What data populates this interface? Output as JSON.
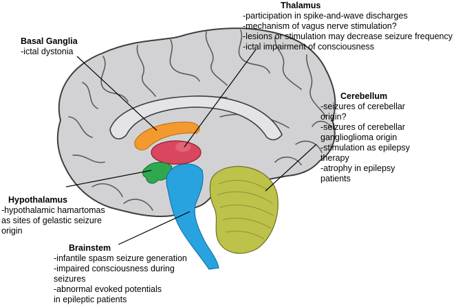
{
  "labels": {
    "basal_ganglia": {
      "title": "Basal Ganglia",
      "lines": [
        "-ictal dystonia"
      ]
    },
    "thalamus": {
      "title": "Thalamus",
      "lines": [
        "-participation in spike-and-wave discharges",
        "-mechanism of vagus nerve stimulation?",
        "-lesions or stimulation may decrease seizure frequency",
        "-ictal impairment of consciousness"
      ]
    },
    "cerebellum": {
      "title": "Cerebellum",
      "lines": [
        "-seizures of cerebellar",
        "origin?",
        "-seizures of cerebellar",
        "ganglioglioma origin",
        "-stimulation as epilepsy",
        "therapy",
        "-atrophy in epilepsy",
        "patients"
      ]
    },
    "hypothalamus": {
      "title": "Hypothalamus",
      "lines": [
        "-hypothalamic hamartomas",
        "as sites of gelastic seizure",
        "origin"
      ]
    },
    "brainstem": {
      "title": "Brainstem",
      "lines": [
        "-infantile spasm seizure generation",
        "-impaired consciousness during",
        "seizures",
        "-abnormal evoked potentials",
        "in epileptic patients"
      ]
    }
  },
  "colors": {
    "basal_ganglia": "#f39a2e",
    "thalamus": "#d9475e",
    "hypothalamus": "#2fa84f",
    "brainstem": "#29a3e0",
    "cerebellum": "#bcc24a",
    "cortex": "#d2d2d4",
    "outline": "#3d3d3d"
  }
}
